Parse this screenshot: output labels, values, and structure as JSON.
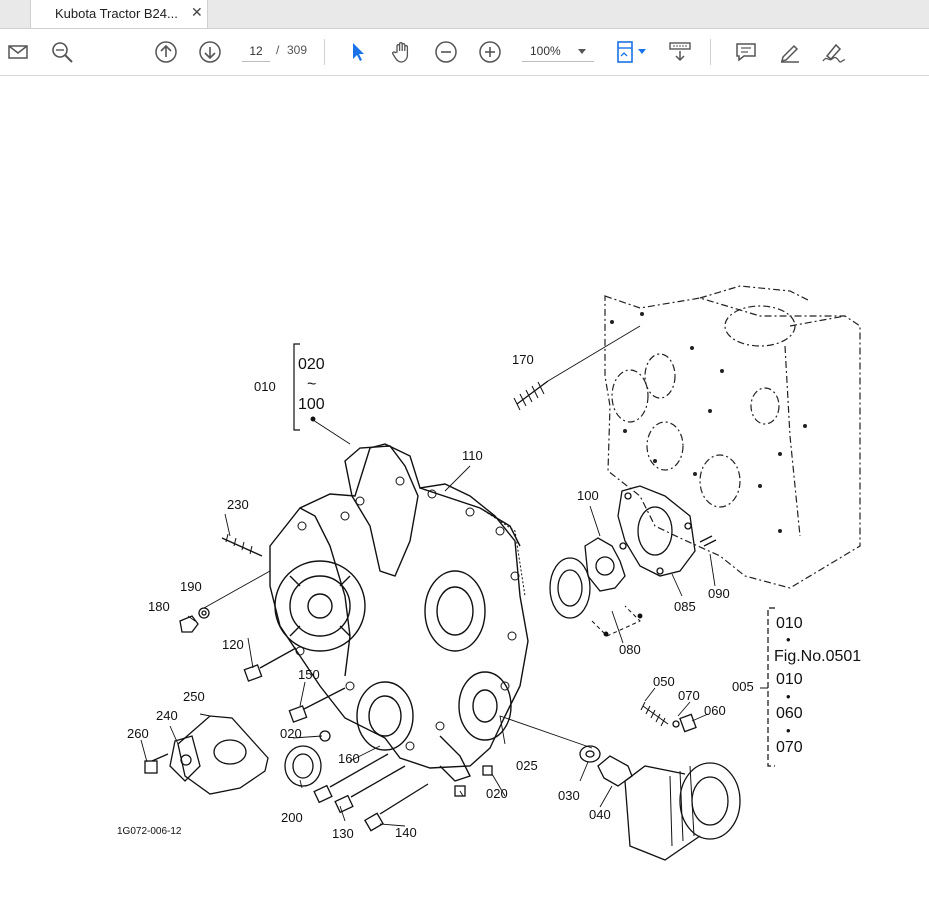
{
  "tab": {
    "title": "Kubota Tractor B24...",
    "close": "✕"
  },
  "toolbar": {
    "page_current": "12",
    "page_separator": "/",
    "page_total": "309",
    "zoom": "100%",
    "icons": [
      "mail-icon",
      "zoom-search-icon",
      "page-up-icon",
      "page-down-icon",
      "select-cursor-icon",
      "hand-pan-icon",
      "zoom-out-icon",
      "zoom-in-icon",
      "fit-page-icon",
      "scroll-mode-icon",
      "comment-icon",
      "highlight-pen-icon",
      "sign-icon"
    ],
    "accent": "#1a73e8"
  },
  "diagram": {
    "drawing_code": "1G072-006-12",
    "parts": [
      "010",
      "020",
      "~",
      "100",
      "170",
      "110",
      "230",
      "190",
      "180",
      "120",
      "150",
      "250",
      "240",
      "260",
      "020",
      "160",
      "130",
      "140",
      "200",
      "025",
      "020",
      "100",
      "085",
      "090",
      "080",
      "050",
      "070",
      "060",
      "030",
      "040"
    ],
    "legend": {
      "group": "005",
      "lines": [
        "010",
        "•",
        "Fig.No.0501",
        "010",
        "•",
        "060",
        "•",
        "070"
      ]
    }
  }
}
